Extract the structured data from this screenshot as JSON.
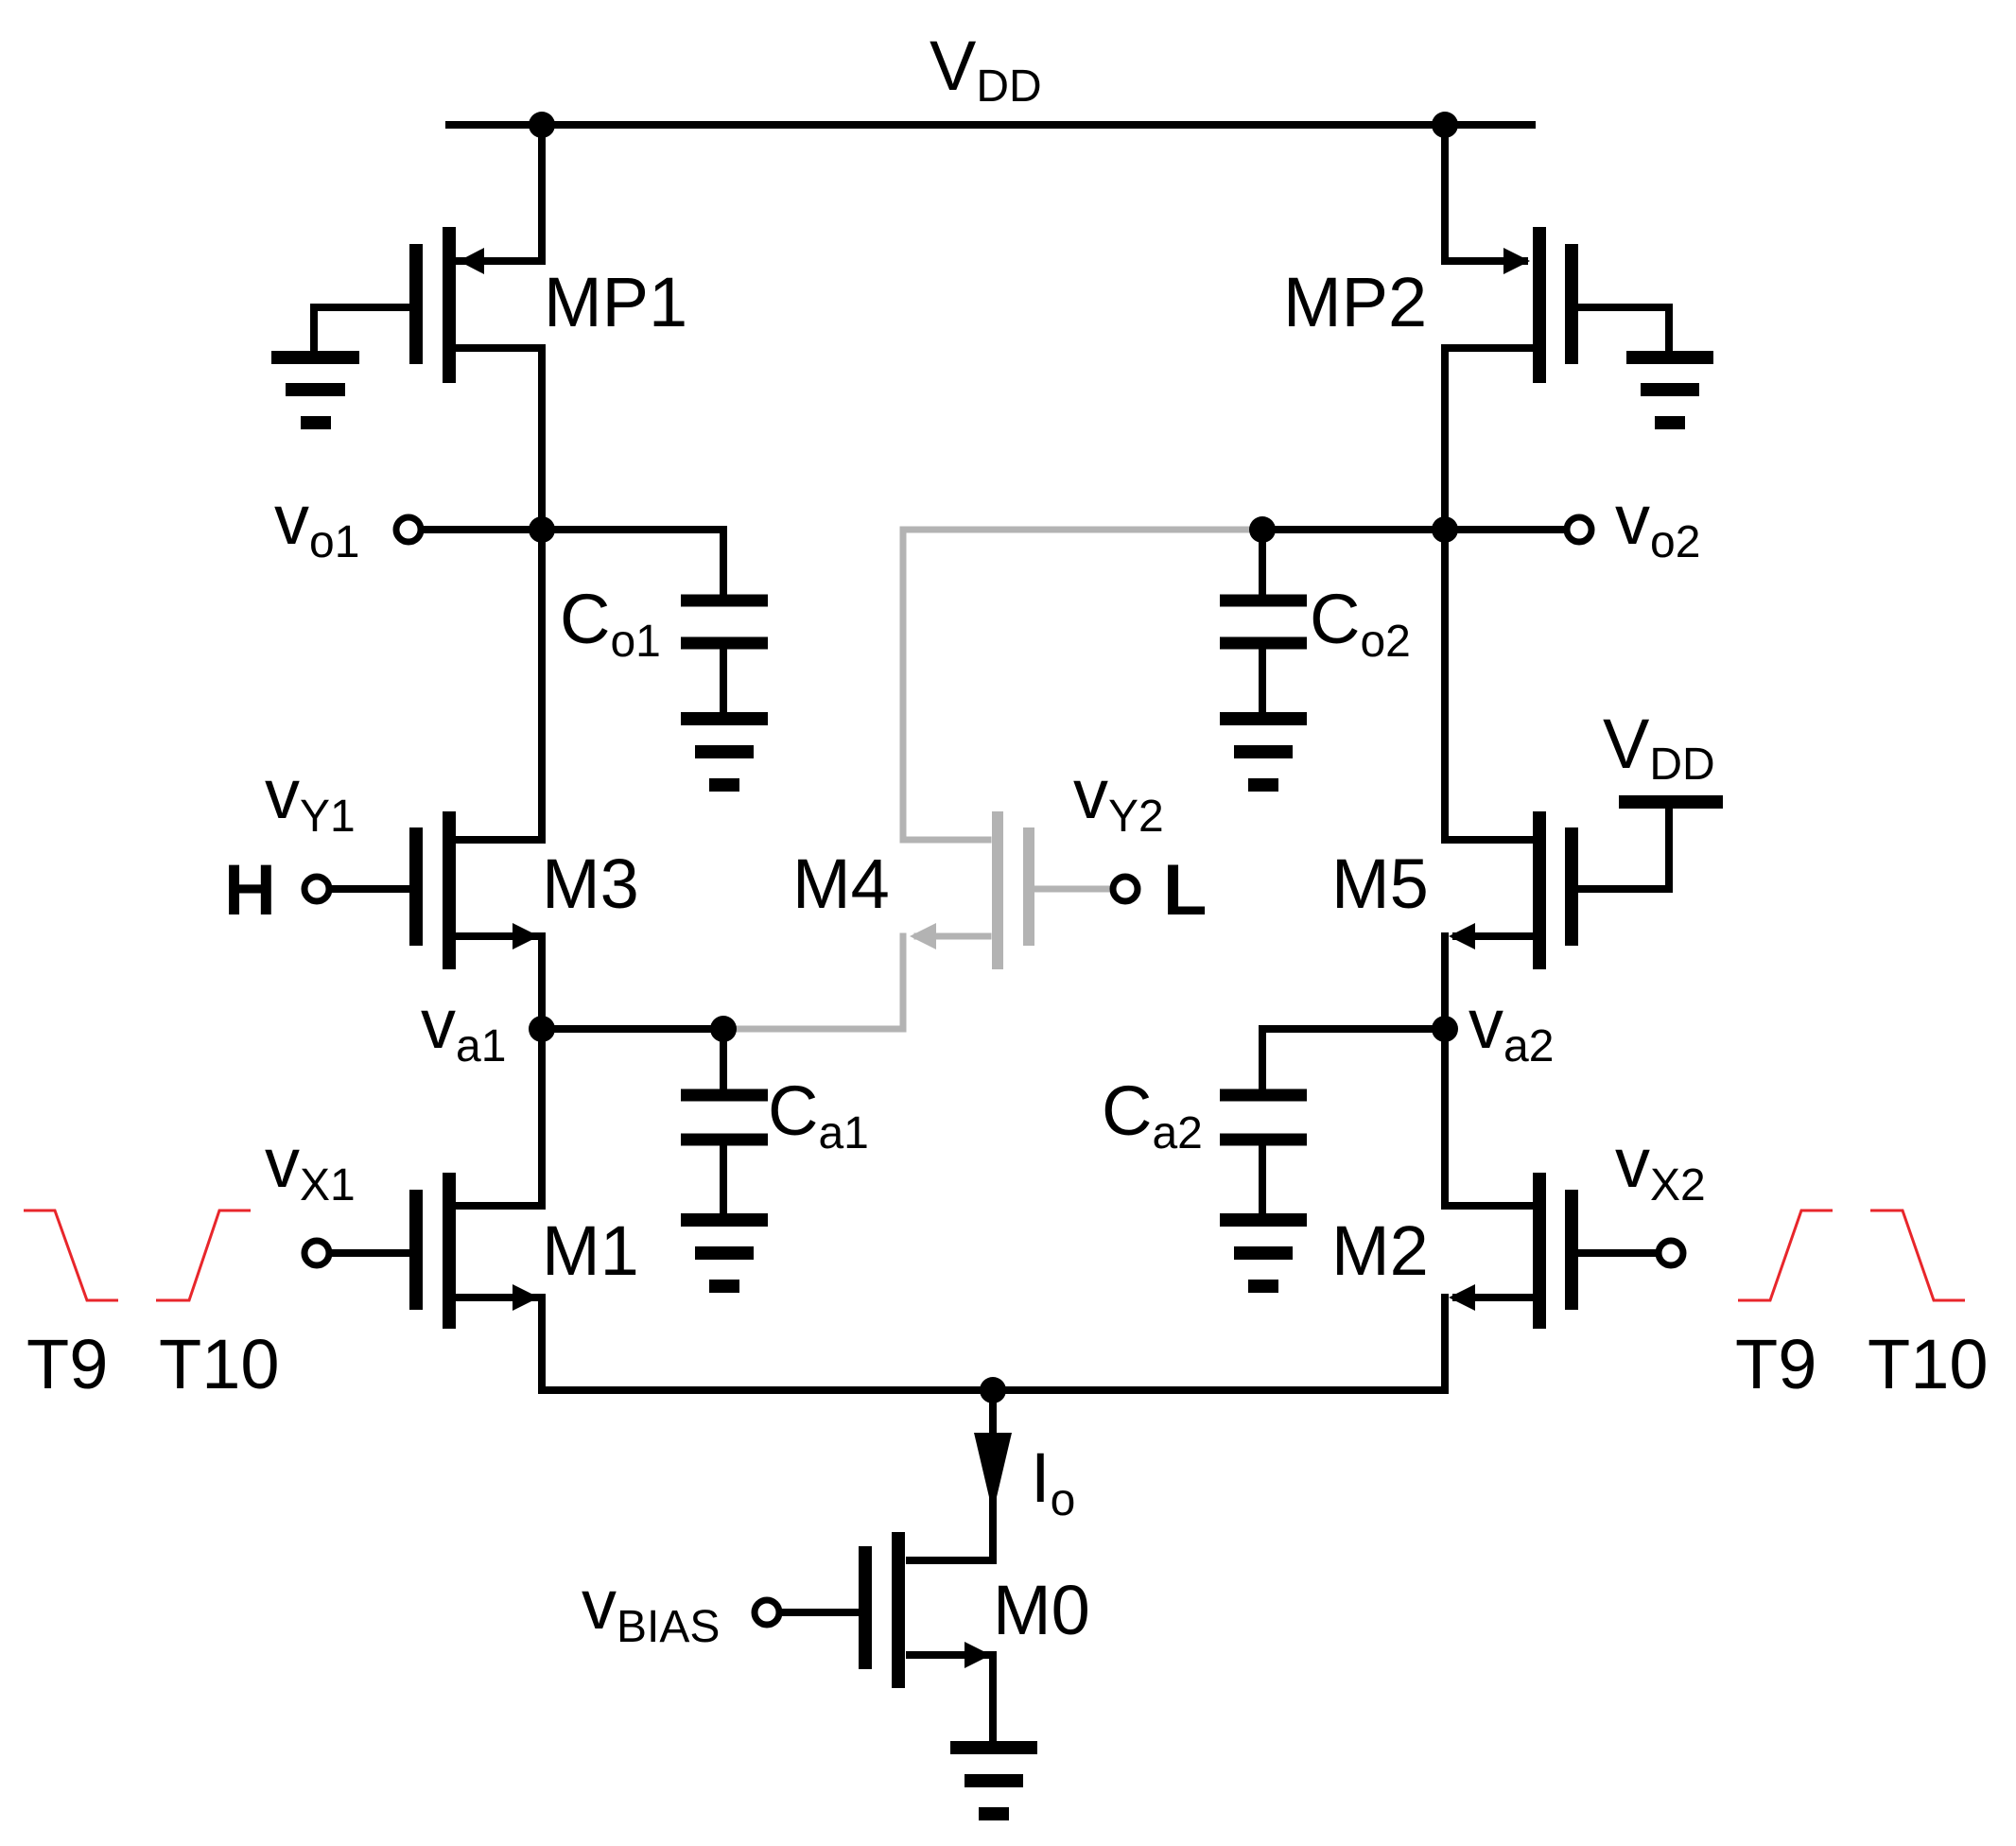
{
  "labels": {
    "vdd_top": {
      "main": "V",
      "sub": "DD"
    },
    "vdd_m5": {
      "main": "V",
      "sub": "DD"
    },
    "mp1": "MP1",
    "mp2": "MP2",
    "m0": "M0",
    "m1": "M1",
    "m2": "M2",
    "m3": "M3",
    "m4": "M4",
    "m5": "M5",
    "vo1": {
      "main": "v",
      "sub": "o1"
    },
    "vo2": {
      "main": "v",
      "sub": "o2"
    },
    "co1": {
      "main": "C",
      "sub": "o1"
    },
    "co2": {
      "main": "C",
      "sub": "o2"
    },
    "ca1": {
      "main": "C",
      "sub": "a1"
    },
    "ca2": {
      "main": "C",
      "sub": "a2"
    },
    "va1": {
      "main": "v",
      "sub": "a1"
    },
    "va2": {
      "main": "v",
      "sub": "a2"
    },
    "vy1": {
      "main": "v",
      "sub": "Y1"
    },
    "vy2": {
      "main": "v",
      "sub": "Y2"
    },
    "vx1": {
      "main": "v",
      "sub": "X1"
    },
    "vx2": {
      "main": "v",
      "sub": "X2"
    },
    "vbias": {
      "main": "v",
      "sub": "BIAS"
    },
    "io": {
      "main": "I",
      "sub": "o"
    },
    "h": "H",
    "l": "L",
    "t9_left": "T9",
    "t10_left": "T10",
    "t9_right": "T9",
    "t10_right": "T10"
  },
  "colors": {
    "wire": "#000000",
    "disabled_transistor": "#b3b3b3",
    "waveform": "#e8262b"
  }
}
